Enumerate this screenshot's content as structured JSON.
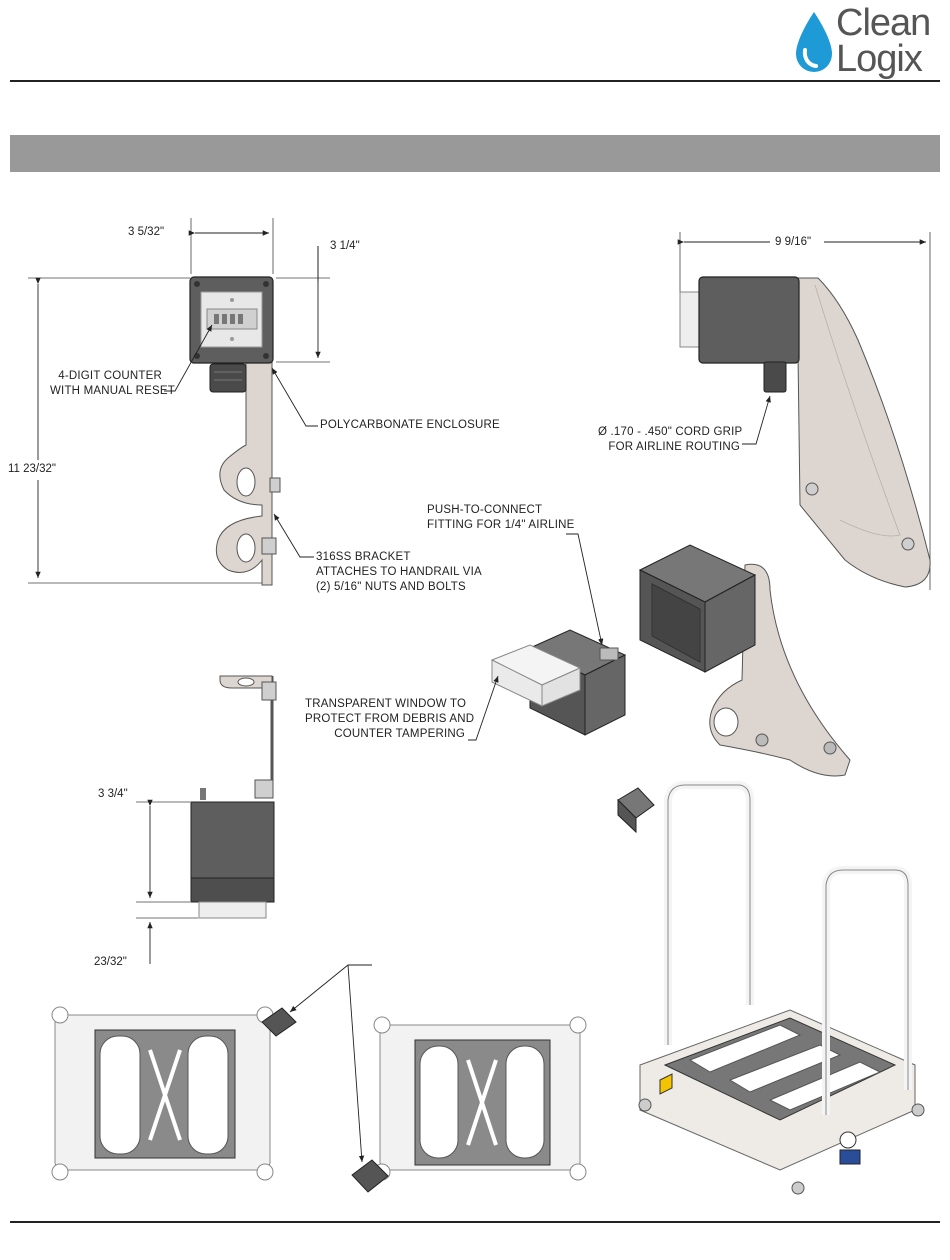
{
  "brand": {
    "line1": "Clean",
    "line2": "Logix",
    "drop_color": "#1e9ad6",
    "text_color": "#555555"
  },
  "dimensions": {
    "front_width": "3 5/32\"",
    "front_height_box": "3 1/4\"",
    "front_total_height": "11 23/32\"",
    "side_width": "9 9/16\"",
    "bottom_depth": "3 3/4\"",
    "bottom_window": "23/32\""
  },
  "callouts": {
    "counter": [
      "4-DIGIT COUNTER",
      "WITH MANUAL RESET"
    ],
    "enclosure": [
      "POLYCARBONATE ENCLOSURE"
    ],
    "bracket": [
      "316SS BRACKET",
      "ATTACHES TO HANDRAIL VIA",
      "(2) 5/16\" NUTS AND BOLTS"
    ],
    "cord_grip": [
      "Ø .170 - .450\" CORD GRIP",
      "FOR AIRLINE ROUTING"
    ],
    "fitting": [
      "PUSH-TO-CONNECT",
      "FITTING FOR 1/4\" AIRLINE"
    ],
    "window": [
      "TRANSPARENT WINDOW TO",
      "PROTECT FROM DEBRIS AND",
      "COUNTER TAMPERING"
    ]
  },
  "colors": {
    "enclosure": "#5e5e5e",
    "bracket": "#ddd6d0",
    "header_band": "#999999"
  }
}
